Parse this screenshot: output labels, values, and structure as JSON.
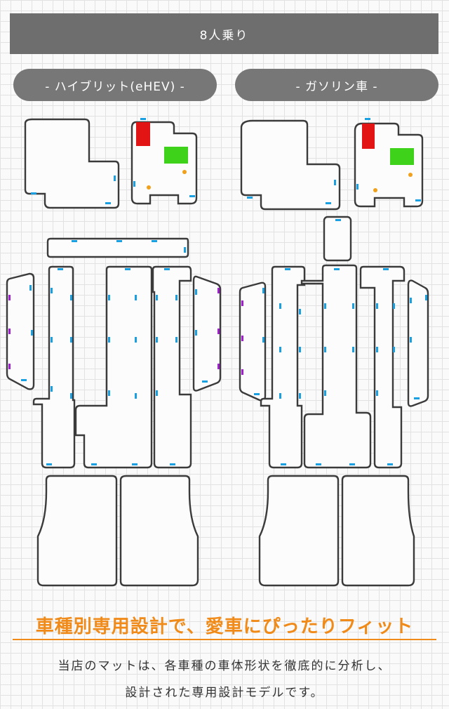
{
  "header": {
    "title": "8人乗り"
  },
  "variants": [
    {
      "label": "- ハイブリット(eHEV) -"
    },
    {
      "label": "- ガソリン車 -"
    }
  ],
  "colors": {
    "mat_outline": "#3b3b3b",
    "clip_blue": "#1a9fe0",
    "clip_purple": "#a020d0",
    "driver_heel_pad": "#e31414",
    "passenger_patch": "#3fd21a",
    "dot_orange": "#f0a01a",
    "accent_orange": "#f08a19"
  },
  "footer": {
    "headline": "車種別専用設計で、愛車にぴったりフィット",
    "body_line1": "当店のマットは、各車種の車体形状を徹底的に分析し、",
    "body_line2": "設計された専用設計モデルです。"
  }
}
